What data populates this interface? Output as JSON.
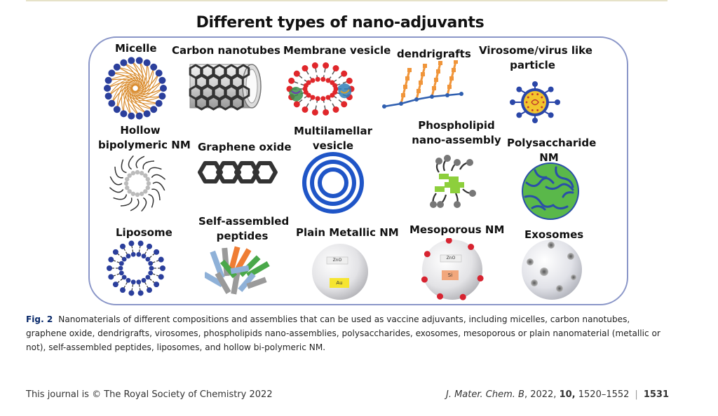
{
  "figure": {
    "title": "Different types of nano-adjuvants",
    "items": [
      {
        "label": "Micelle"
      },
      {
        "label": "Carbon nanotubes"
      },
      {
        "label": "Membrane vesicle"
      },
      {
        "label": "dendrigrafts"
      },
      {
        "label_line1": "Virosome/virus like",
        "label_line2": "particle"
      },
      {
        "label_line1": "Hollow",
        "label_line2": "bipolymeric NM"
      },
      {
        "label": "Graphene oxide"
      },
      {
        "label_line1": "Multilamellar",
        "label_line2": "vesicle"
      },
      {
        "label_line1": "Phospholipid",
        "label_line2": "nano-assembly"
      },
      {
        "label_line1": "Polysaccharide",
        "label_line2": "NM"
      },
      {
        "label": "Liposome"
      },
      {
        "label_line1": "Self-assembled",
        "label_line2": "peptides"
      },
      {
        "label": "Plain Metallic NM",
        "inner_top": "ZnO",
        "inner_bottom": "Au"
      },
      {
        "label": "Mesoporous NM",
        "inner_top": "ZnO",
        "inner_bottom": "Si"
      },
      {
        "label": "Exosomes"
      }
    ]
  },
  "caption": {
    "fig_num": "Fig. 2",
    "text": "Nanomaterials of different compositions and assemblies that can be used as vaccine adjuvants, including micelles, carbon nanotubes, graphene oxide, dendrigrafts, virosomes, phospholipids nano-assemblies, polysaccharides, exosomes, mesoporous or plain nanomaterial (metallic or not), self-assembled peptides, liposomes, and hollow bi-polymeric NM."
  },
  "footer": {
    "left": "This journal is © The Royal Society of Chemistry 2022",
    "journal": "J. Mater. Chem. B",
    "year": "2022,",
    "volume": "10,",
    "pages": "1520–1552",
    "page_number": "1531"
  },
  "colors": {
    "frame": "#8a96c8",
    "micelle_head": "#2b3f9c",
    "micelle_tail": "#d98a2a",
    "vesicle_head": "#e0272b",
    "dendri_node": "#f0953a",
    "dendri_link": "#2f5fb0",
    "virus_shell": "#2a46a8",
    "virus_core": "#f3c52d",
    "multilamellar": "#1f55c7",
    "phospho_block": "#8dcf3c",
    "polysaccharide_fill": "#5ab84a",
    "polysaccharide_strand": "#2a4fa8",
    "liposome_head": "#2b3f9c",
    "metallic_inner": "#f6e530",
    "mesoporous_dot": "#d72330",
    "mesoporous_inner": "#f2a77c",
    "caption_label": "#0a2a6b"
  }
}
